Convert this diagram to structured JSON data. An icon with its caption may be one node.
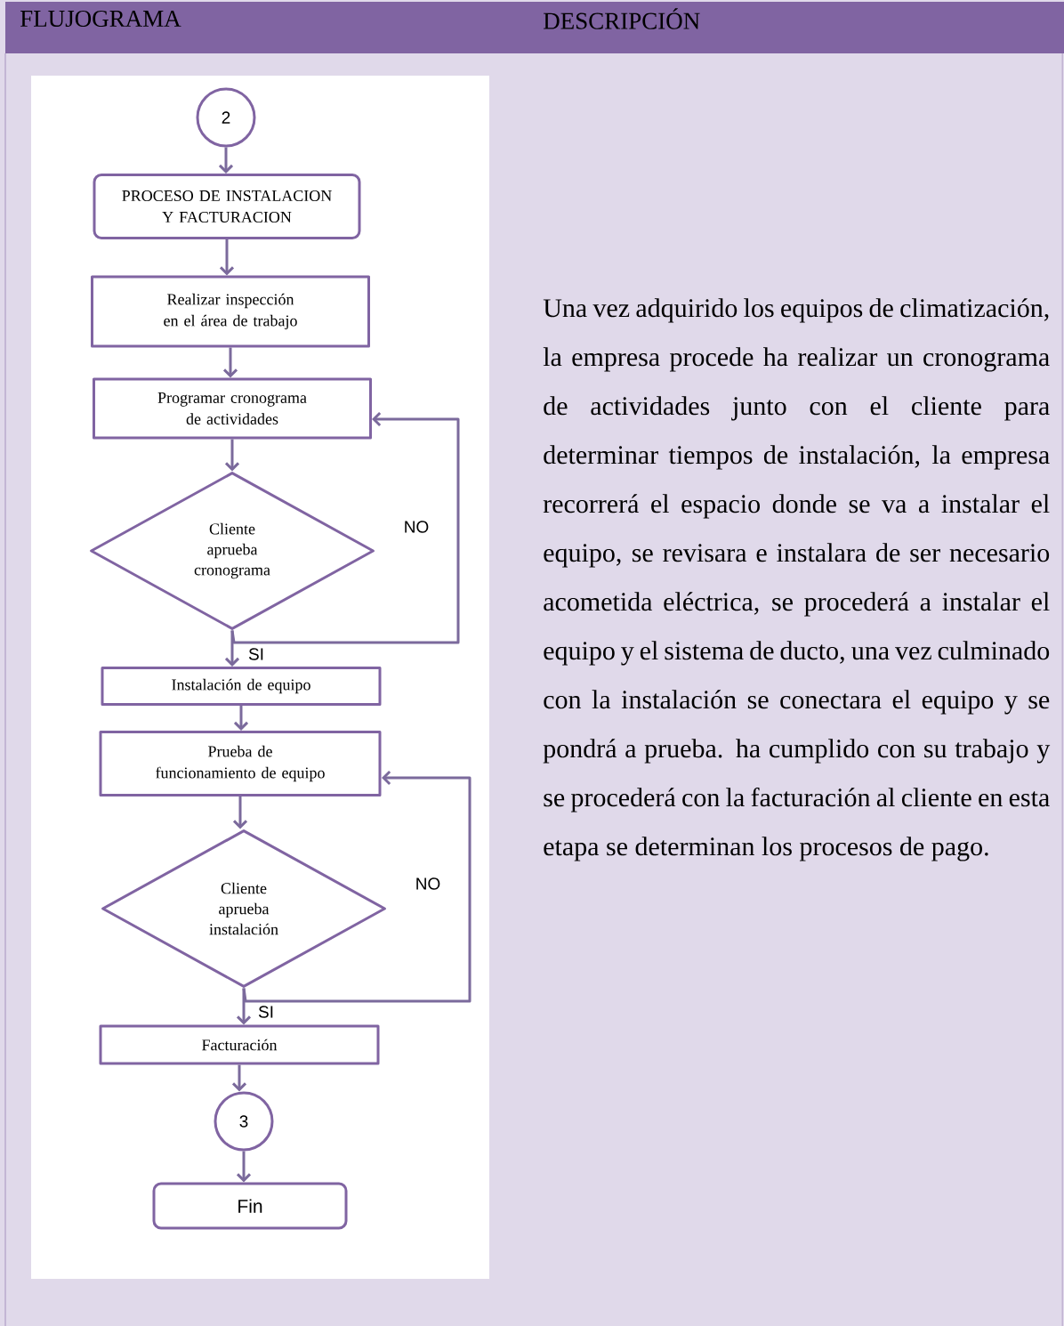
{
  "diagram": {
    "nodes": [
      {
        "text": [
          "2"
        ]
      },
      {
        "text": [
          "PROCESO DE INSTALACION Y FACTURACION"
        ]
      },
      {
        "text": [
          "Realizar inspección en el área de trabajo"
        ]
      },
      {
        "text": [
          "Programar cronograma de actividades"
        ]
      },
      {
        "text": [
          "Cliente aprueba cronograma"
        ]
      },
      {
        "text": [
          "Instalación de equipo"
        ]
      },
      {
        "text": [
          "Prueba de funcionamiento de equipo"
        ]
      },
      {
        "text": [
          "Cliente aprueba instalación"
        ]
      },
      {
        "text": [
          "Facturación"
        ]
      },
      {
        "text": [
          "3"
        ]
      },
      {
        "text": [
          "Fin"
        ]
      }
    ],
    "edges": [
      {
        "from": 0,
        "to": 1,
        "arrow": "to"
      },
      {
        "from": 1,
        "to": 2,
        "arrow": "to"
      },
      {
        "from": 2,
        "to": 3,
        "arrow": "to"
      },
      {
        "from": 3,
        "to": 4,
        "arrow": "to"
      },
      {
        "from": 4,
        "to": 5,
        "arrow": "to",
        "label": "SI"
      },
      {
        "from": 4,
        "to": 3,
        "arrow": "to",
        "label": "NO"
      },
      {
        "from": 5,
        "to": 6,
        "arrow": "to"
      },
      {
        "from": 6,
        "to": 7,
        "arrow": "to"
      },
      {
        "from": 7,
        "to": 8,
        "arrow": "to",
        "label": "SI"
      },
      {
        "from": 7,
        "to": 6,
        "arrow": "to",
        "label": "NO"
      },
      {
        "from": 8,
        "to": 9,
        "arrow": "to"
      },
      {
        "from": 9,
        "to": 10,
        "arrow": "to"
      }
    ],
    "labels": [
      "FLUJOGRAMA",
      "DESCRIPCIÓN",
      "Una vez adquirido los equipos de climatización, la empresa procede ha realizar un cronograma de actividades junto con el cliente para determinar tiempos de instalación, la empresa recorrerá el espacio donde se va a instalar el equipo, se revisara e instalara de ser necesario acometida eléctrica, se procederá a instalar el equipo y el sistema de ducto, una vez culminado con la instalación se conectara el equipo y se pondrá a prueba. ha cumplido con su trabajo y se procederá con la facturación al cliente en esta etapa se determinan los procesos de pago."
    ]
  }
}
